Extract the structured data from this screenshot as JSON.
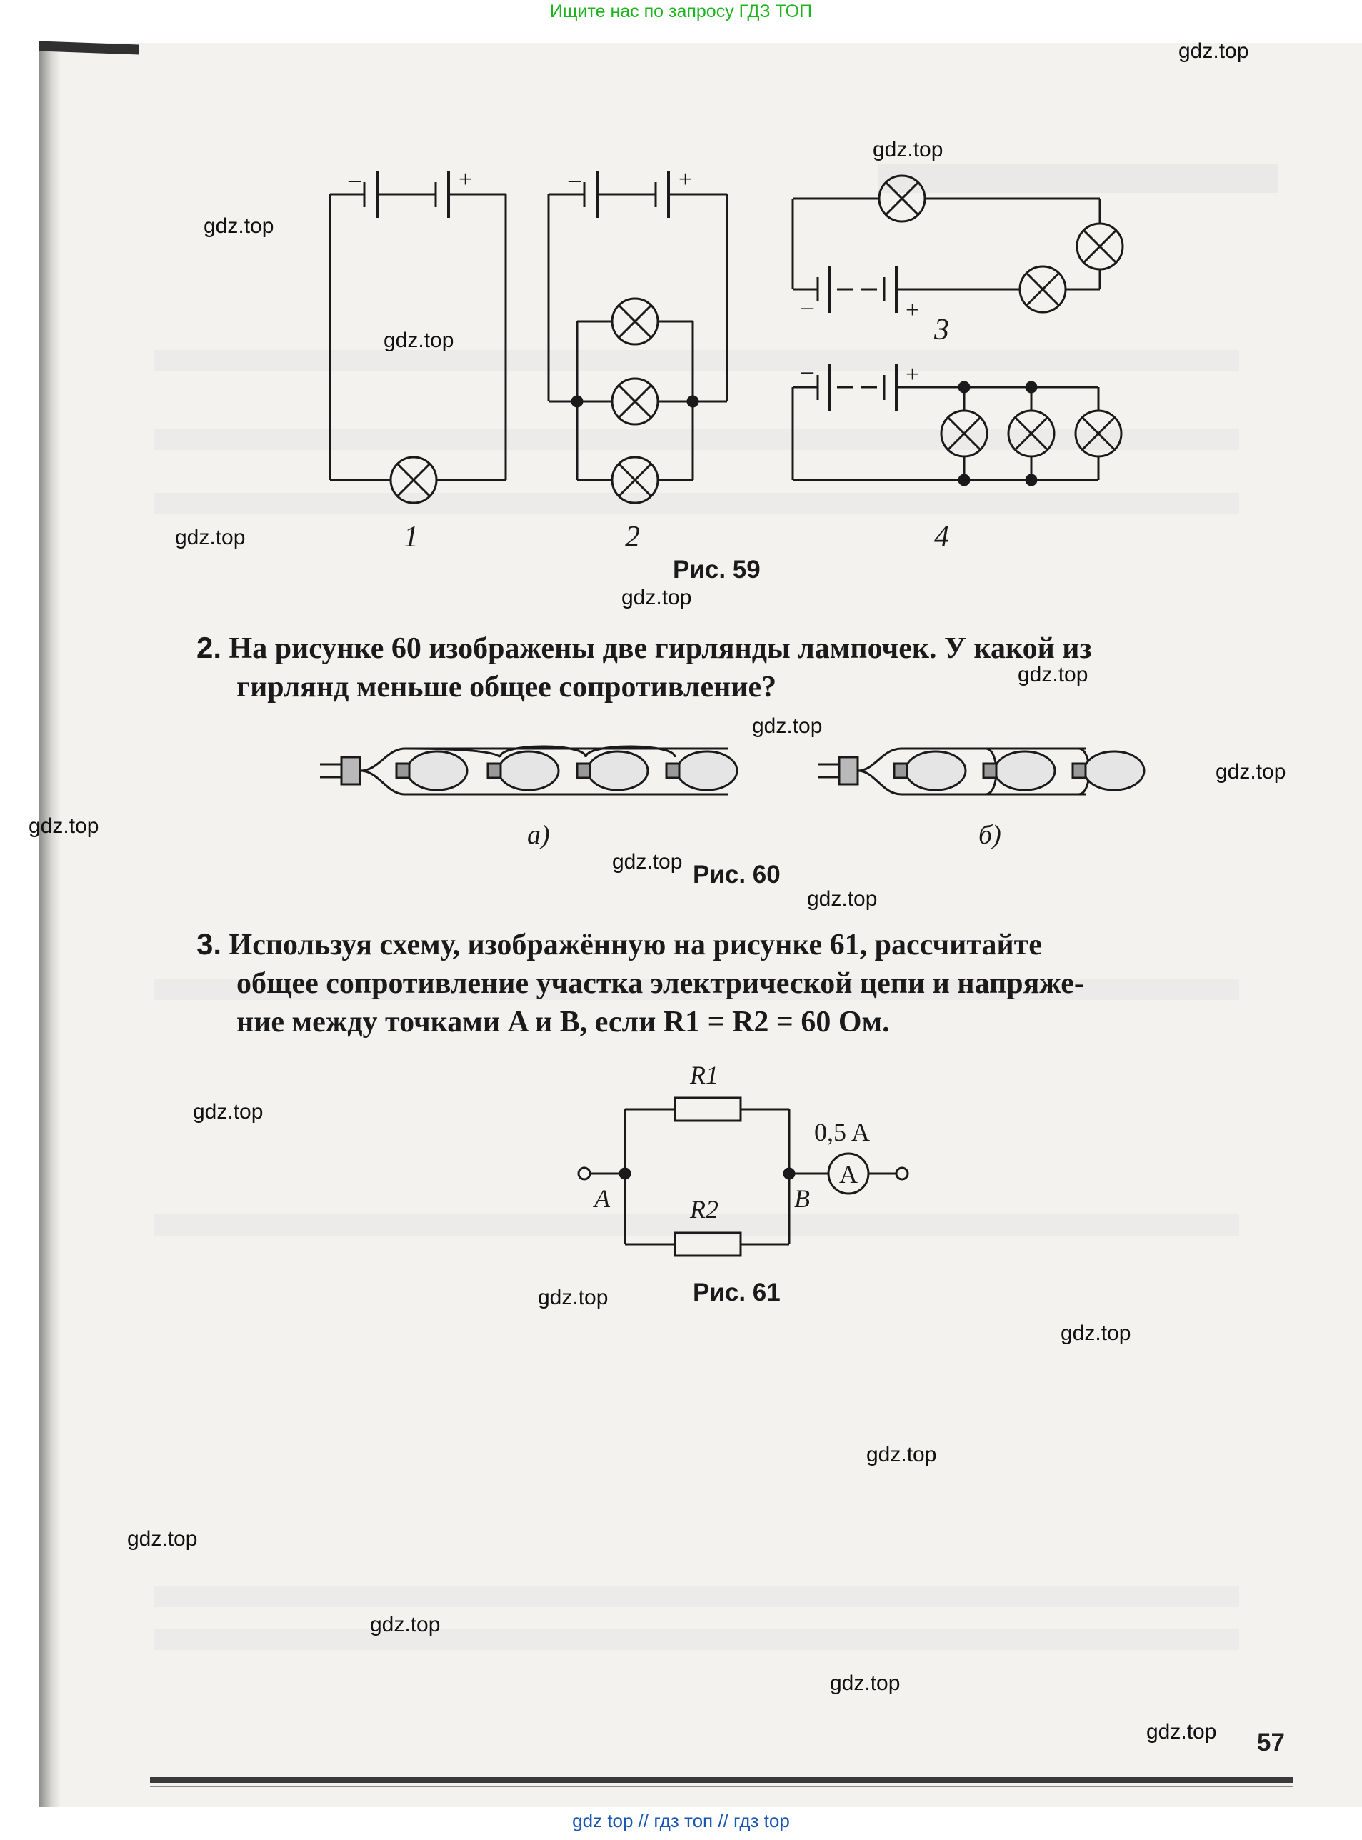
{
  "header": {
    "search_text": "Ищите нас по запросу ГДЗ ТОП"
  },
  "footer": {
    "links_text": "gdz top  //  гдз топ  //  гдз top"
  },
  "watermark": "gdz.top",
  "figure59": {
    "numbers": [
      "1",
      "2",
      "3",
      "4"
    ],
    "minus": "–",
    "plus": "+",
    "caption": "Рис. 59"
  },
  "task2": {
    "number": "2.",
    "line1": "На рисунке 60 изображены две гирлянды лампочек. У какой из",
    "line2": "гирлянд меньше общее сопротивление?",
    "label_a": "а)",
    "label_b": "б)",
    "caption": "Рис. 60"
  },
  "task3": {
    "number": "3.",
    "line1": "Используя схему, изображённую на рисунке 61, рассчитайте",
    "line2": "общее сопротивление участка электрической цепи и напряже-",
    "line3": "ние между точками A и B, если R1 = R2 = 60 Ом.",
    "r1": "R1",
    "r2": "R2",
    "current": "0,5 A",
    "ammeter": "A",
    "point_a": "A",
    "point_b": "B",
    "caption": "Рис. 61"
  },
  "page_number": "57"
}
